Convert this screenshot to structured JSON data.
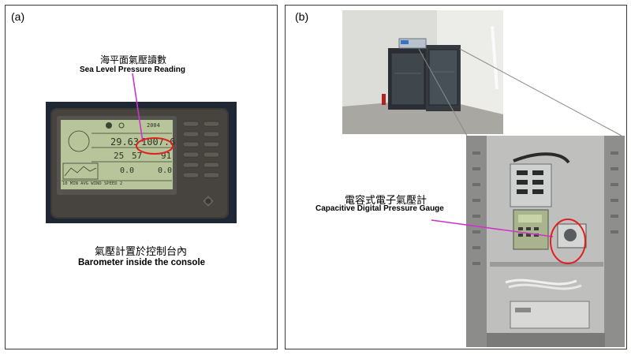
{
  "panel_a": {
    "label": "(a)",
    "callout_zh": "海平面氣壓讀數",
    "callout_en": "Sea Level Pressure Reading",
    "caption_zh": "氣壓計置於控制台內",
    "caption_en": "Barometer inside the console",
    "display": {
      "time": "2004",
      "row1_left": "29.63",
      "row1_right": "1007.6",
      "row2_left": "25",
      "row2_mid": "57",
      "row2_right": "91",
      "row3_left": "0.0",
      "row3_right": "0.0",
      "bottom": "10 MIN AVG WIND SPEED 2"
    }
  },
  "panel_b": {
    "label": "(b)",
    "callout_zh": "電容式電子氣壓計",
    "callout_en": "Capacitive Digital Pressure Gauge"
  },
  "colors": {
    "callout_line": "#cc33cc",
    "highlight_ring": "#e02020",
    "border": "#3a3a3a",
    "connector": "#8a8a8a"
  }
}
